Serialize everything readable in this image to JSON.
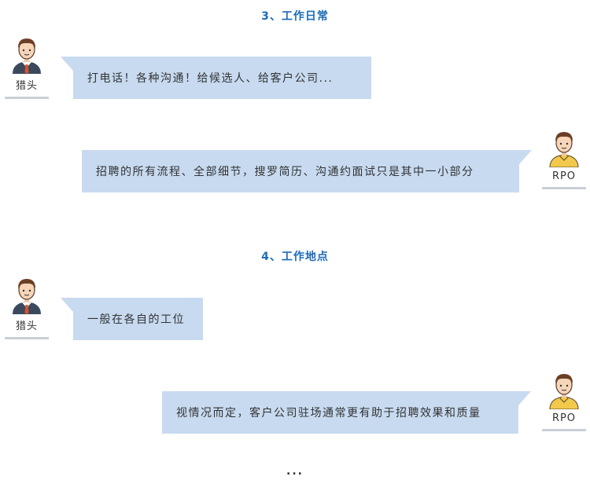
{
  "sections": [
    {
      "title": "3、工作日常"
    },
    {
      "title": "4、工作地点"
    }
  ],
  "messages": [
    {
      "speaker": "猎头",
      "text": "打电话！各种沟通！给候选人、给客户公司..."
    },
    {
      "speaker": "RPO",
      "text": "招聘的所有流程、全部细节，搜罗简历、沟通约面试只是其中一小部分"
    },
    {
      "speaker": "猎头",
      "text": "一般在各自的工位"
    },
    {
      "speaker": "RPO",
      "text": "视情况而定，客户公司驻场通常更有助于招聘效果和质量"
    }
  ],
  "footer": {
    "ellipsis": "..."
  },
  "colors": {
    "title": "#1d6bb8",
    "bubble": "#c7daf0",
    "suit": "#3a4a5c",
    "tie": "#d9532c",
    "rpo_shirt": "#f2c94c"
  }
}
